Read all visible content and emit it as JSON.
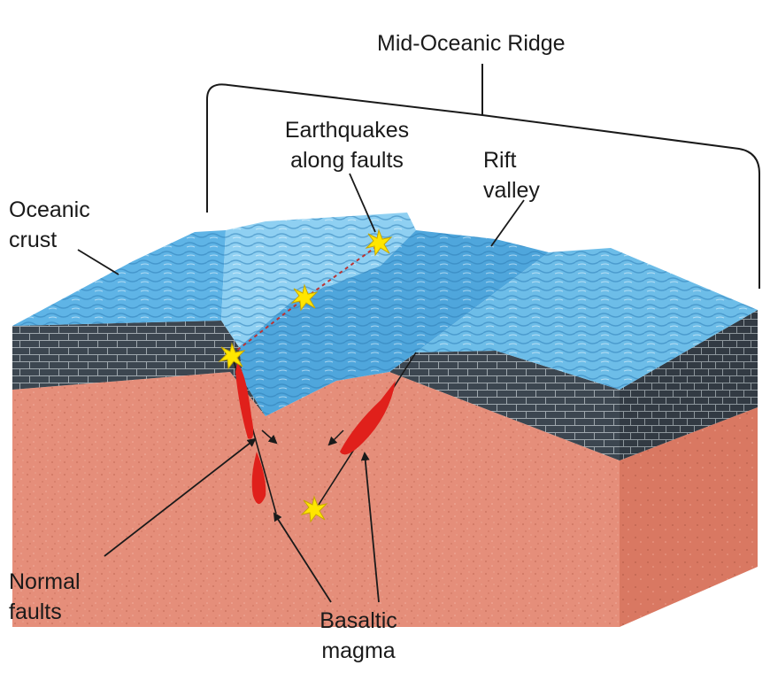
{
  "labels": {
    "ridge": "Mid-Oceanic Ridge",
    "earthquakes_line1": "Earthquakes",
    "earthquakes_line2": "along faults",
    "rift_line1": "Rift",
    "rift_line2": "valley",
    "crust_line1": "Oceanic",
    "crust_line2": "crust",
    "normal_line1": "Normal",
    "normal_line2": "faults",
    "magma_line1": "Basaltic",
    "magma_line2": "magma"
  },
  "colors": {
    "ocean_surface": "#5fb4e6",
    "ocean_texture": "#2f7fb8",
    "crust_layer": "#3c4650",
    "crust_grid": "#9ea7ad",
    "mantle": "#e58e7a",
    "mantle_side": "#d97862",
    "magma": "#e0201b",
    "earthquake": "#ffe600",
    "leader_line": "#1a1a1a"
  },
  "icons": [
    "earthquake-star-icon",
    "magma-blob-icon",
    "arrow-icon"
  ]
}
